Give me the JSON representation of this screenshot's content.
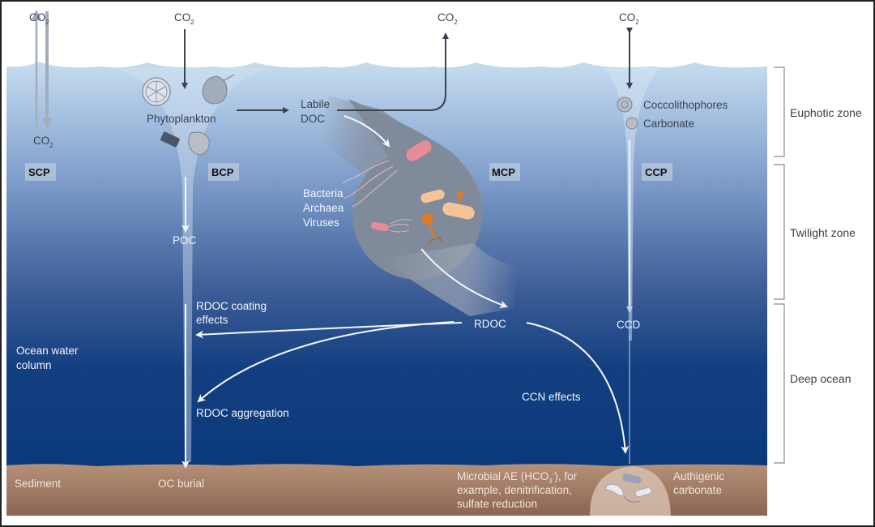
{
  "title": "Ocean carbon pumps diagram",
  "atmosphere": {
    "co2_scp_top": "CO",
    "co2_bcp_top": "CO",
    "co2_mcp_top": "CO",
    "co2_ccp_top": "CO",
    "co2_scp_bottom": "CO",
    "subscript": "2"
  },
  "pumps": {
    "scp": "SCP",
    "bcp": "BCP",
    "mcp": "MCP",
    "ccp": "CCP"
  },
  "labels": {
    "phytoplankton": "Phytoplankton",
    "labile_doc_line1": "Labile",
    "labile_doc_line2": "DOC",
    "coccolithophores": "Coccolithophores",
    "carbonate": "Carbonate",
    "microbes_line1": "Bacteria",
    "microbes_line2": "Archaea",
    "microbes_line3": "Viruses",
    "poc": "POC",
    "rdoc": "RDOC",
    "ccd": "CCD",
    "rdoc_coating_line1": "RDOC coating",
    "rdoc_coating_line2": "effects",
    "rdoc_aggregation": "RDOC aggregation",
    "ocean_water_line1": "Ocean water",
    "ocean_water_line2": "column",
    "ccn_effects": "CCN effects"
  },
  "sediment": {
    "sediment": "Sediment",
    "oc_burial": "OC burial",
    "microbial_ae_line1_a": "Microbial AE (HCO",
    "microbial_ae_sub": "3",
    "microbial_ae_sup": "-",
    "microbial_ae_line1_b": "), for",
    "microbial_ae_line2": "example, denitrification,",
    "microbial_ae_line3": "sulfate reduction",
    "authigenic_line1": "Authigenic",
    "authigenic_line2": "carbonate"
  },
  "zones": {
    "euphotic": "Euphotic zone",
    "twilight": "Twilight zone",
    "deep": "Deep ocean"
  },
  "colors": {
    "ocean_top": "#c4dcee",
    "ocean_mid": "#5a7cb0",
    "ocean_deep": "#0c3a7c",
    "sediment": "#b08a72",
    "mcp_gray": "#7f8a9a",
    "arrow_dark": "#3a4350"
  }
}
